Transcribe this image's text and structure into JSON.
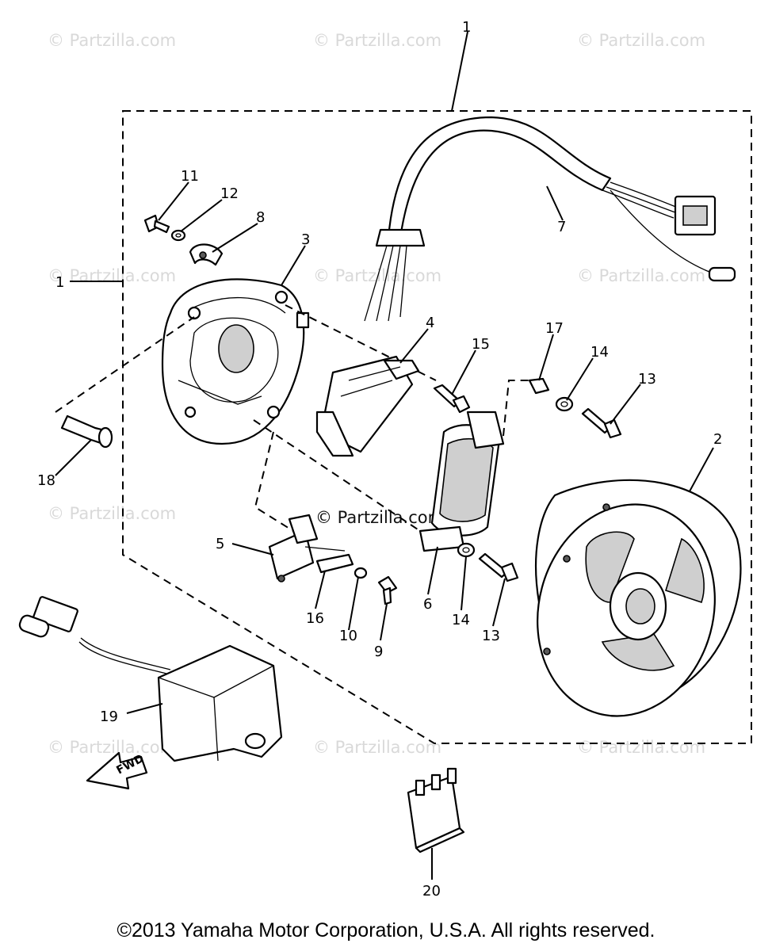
{
  "watermarks": {
    "text": "© Partzilla.com",
    "center_text": "© Partzilla.com"
  },
  "callouts": [
    "1",
    "1",
    "2",
    "3",
    "4",
    "5",
    "6",
    "7",
    "8",
    "9",
    "10",
    "11",
    "12",
    "13",
    "13",
    "14",
    "14",
    "15",
    "16",
    "17",
    "18",
    "19",
    "20"
  ],
  "fwd_label": "FWD",
  "copyright": "©2013 Yamaha Motor Corporation, U.S.A. All rights reserved."
}
